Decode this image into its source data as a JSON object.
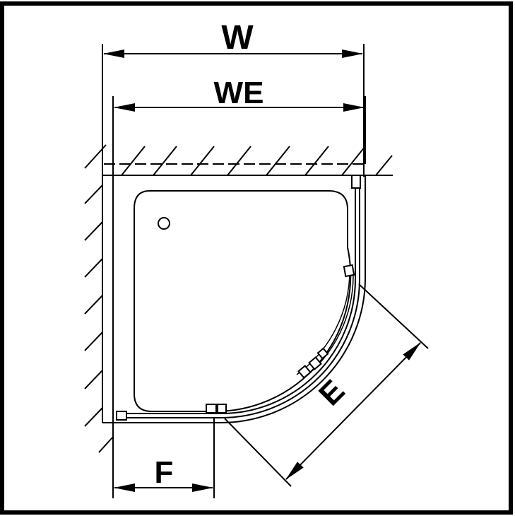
{
  "diagram": {
    "labels": {
      "w": "W",
      "we": "WE",
      "f": "F",
      "e": "E"
    },
    "colors": {
      "stroke": "#000000",
      "background": "#ffffff"
    }
  }
}
